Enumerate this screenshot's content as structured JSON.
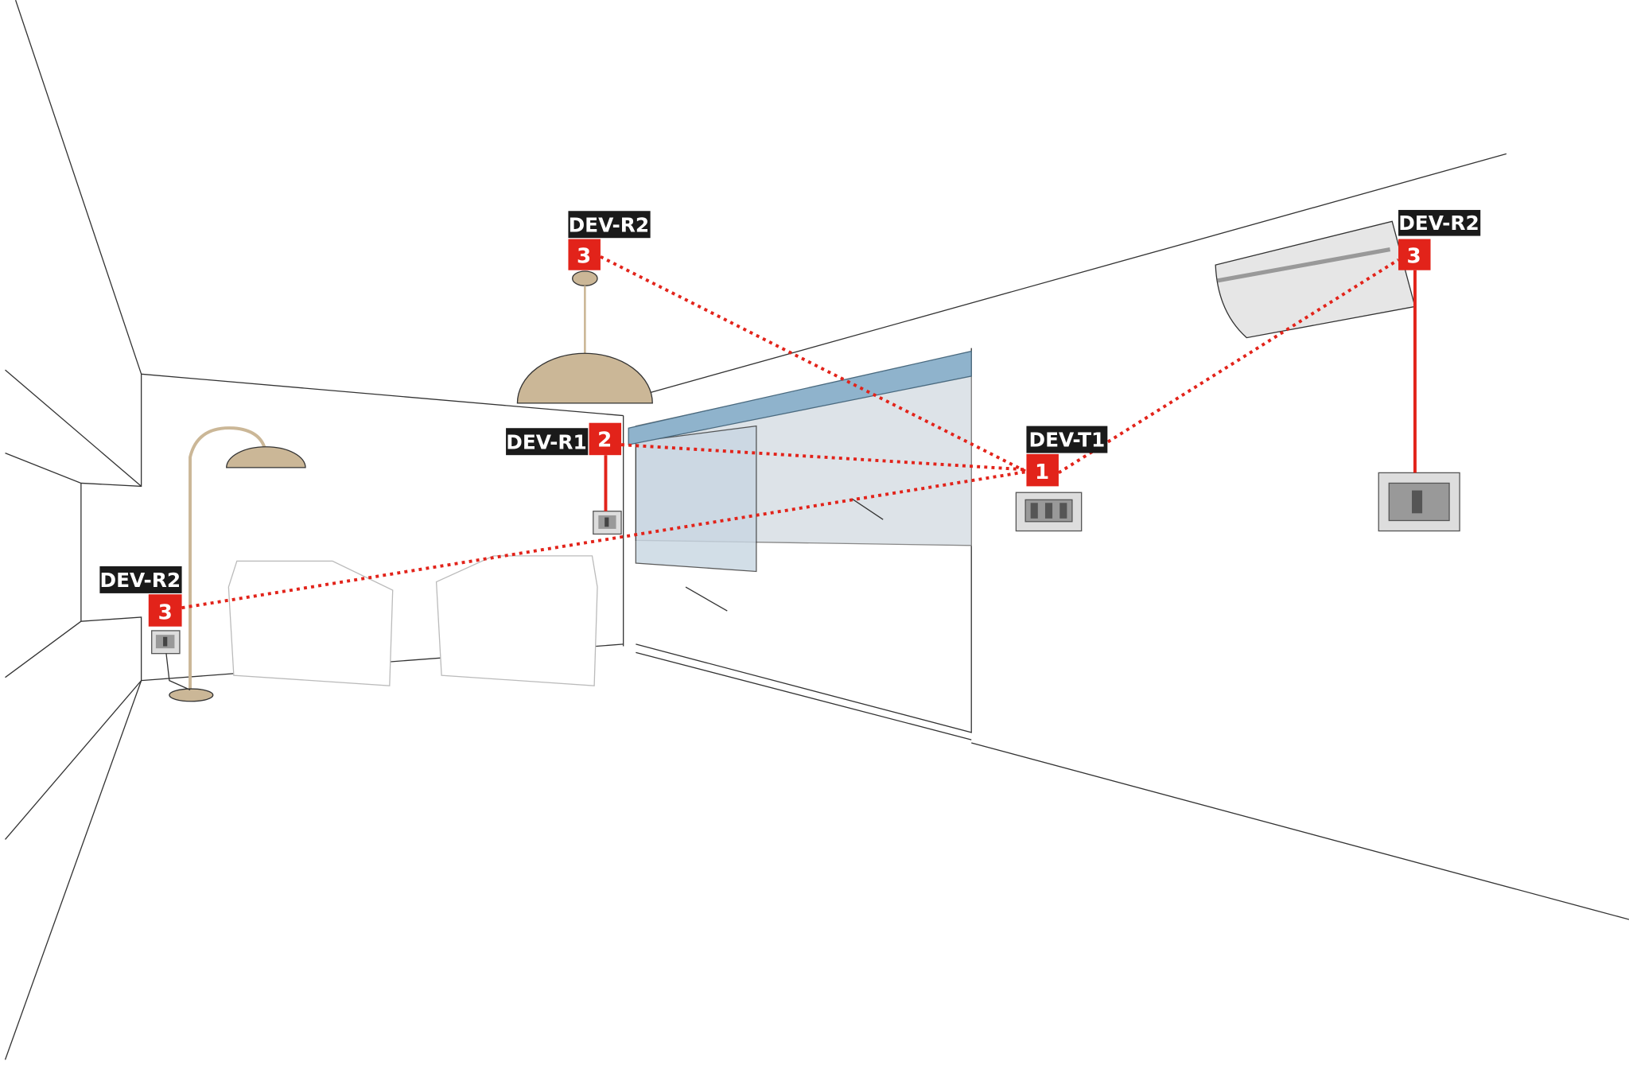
{
  "colors": {
    "accent_red": "#e2231a",
    "label_bg": "#1a1a1a",
    "lamp": "#cbb797",
    "blind": "#8fb3cc"
  },
  "devices": [
    {
      "id": "ceiling-lamp",
      "name": "DEV-R2",
      "number": "3"
    },
    {
      "id": "blind",
      "name": "DEV-R1",
      "number": "2"
    },
    {
      "id": "transmitter",
      "name": "DEV-T1",
      "number": "1"
    },
    {
      "id": "air-conditioner",
      "name": "DEV-R2",
      "number": "3"
    },
    {
      "id": "floor-lamp",
      "name": "DEV-R2",
      "number": "3"
    }
  ]
}
